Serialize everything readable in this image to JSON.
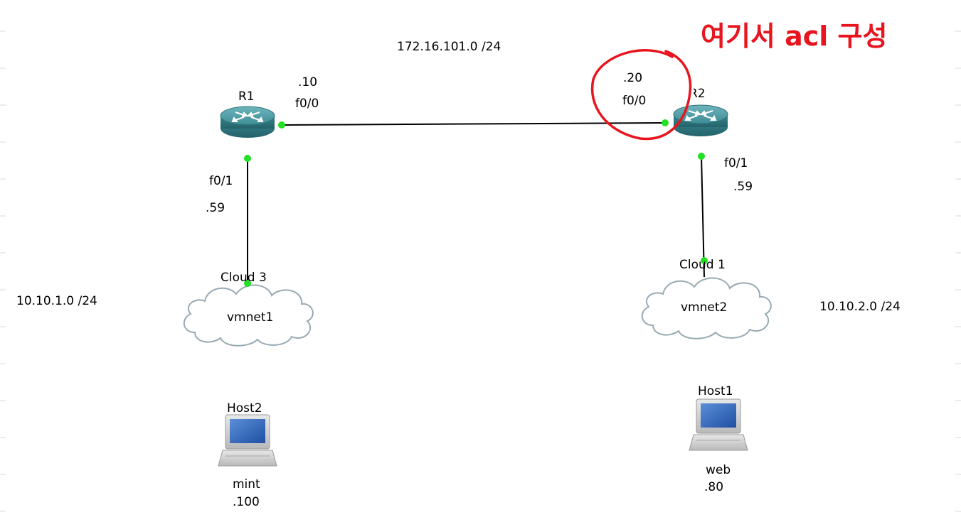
{
  "networks": {
    "core": "172.16.101.0 /24",
    "left_lan": "10.10.1.0 /24",
    "right_lan": "10.10.2.0 /24"
  },
  "routers": [
    {
      "name": "R1",
      "iface_top_addr": ".10",
      "iface_top": "f0/0",
      "iface_bottom": "f0/1",
      "iface_bottom_addr": ".59"
    },
    {
      "name": "R2",
      "iface_top_addr": ".20",
      "iface_top": "f0/0",
      "iface_bottom": "f0/1",
      "iface_bottom_addr": ".59"
    }
  ],
  "clouds": [
    {
      "name": "Cloud 3",
      "label": "vmnet1"
    },
    {
      "name": "Cloud 1",
      "label": "vmnet2"
    }
  ],
  "hosts": [
    {
      "name": "Host2",
      "role": "mint",
      "addr": ".100"
    },
    {
      "name": "Host1",
      "role": "web",
      "addr": ".80"
    }
  ],
  "annotation": {
    "text": "여기서 acl 구성",
    "color": "#e8141e"
  },
  "colors": {
    "link": "#000000",
    "port": "#22e022",
    "router_body": "#3f8f98",
    "cloud_stroke": "#8fa5ad"
  }
}
